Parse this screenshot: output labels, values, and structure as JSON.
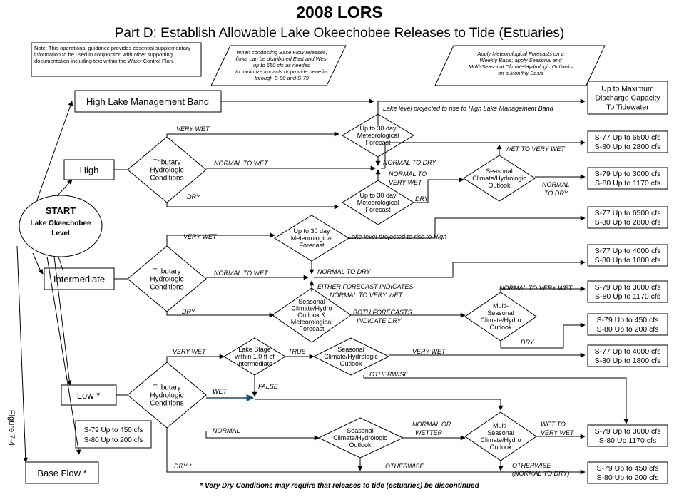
{
  "title": "2008 LORS",
  "subtitle": "Part D: Establish Allowable Lake Okeechobee Releases to Tide (Estuaries)",
  "note_box": "Note:  This operational guidance provides essential supplementary information to be used in conjunction with other supporting documentation including text within the Water Control Plan.",
  "note_para1": [
    "When conducting Base Flow releases,",
    "flows can be distributed East and West",
    "up to 650 cfs as needed",
    "to minimize impacts or provide benefits",
    "through S-80 and S-79"
  ],
  "note_para2": [
    "Apply Meteorological Forecasts on a",
    "Weekly Basis; apply Seasonal and",
    "Multi-Seasonal Climate/Hydrologic Outlooks",
    "on a Monthly Basis"
  ],
  "figure_label": "Figure 7-4",
  "footnote": "* Very Dry Conditions may require that releases to tide (estuaries) be discontinued",
  "start": {
    "line1": "START",
    "line2": "Lake Okeechobee",
    "line3": "Level"
  },
  "bands": {
    "high_lake": "High Lake Management Band",
    "high": "High",
    "intermediate": "Intermediate",
    "low": "Low *",
    "base_flow": "Base Flow *"
  },
  "decisions": {
    "tributary": [
      "Tributary",
      "Hydrologic",
      "Conditions"
    ],
    "met_forecast": [
      "Up to 30 day",
      "Meteorological",
      "Forecast"
    ],
    "seasonal_high": [
      "Seasonal",
      "Climate/Hydrologic",
      "Outlook"
    ],
    "seasonal_int": [
      "Seasonal",
      "Climate/Hydro",
      "Outlook &",
      "Meteorological",
      "Forecast"
    ],
    "multi_int": [
      "Multi-",
      "Seasonal",
      "Climate/Hydro",
      "Outlook"
    ],
    "lake_stage": [
      "Lake Stage",
      "within 1.0 ft of",
      "Intermediate"
    ],
    "seasonal_low": [
      "Seasonal",
      "Climate/Hydrologic",
      "Outlook"
    ],
    "multi_low": [
      "Multi-",
      "Seasonal",
      "Climate/Hydro",
      "Outlook"
    ]
  },
  "outcomes": {
    "max_discharge": [
      "Up to Maximum",
      "Discharge Capacity",
      "To Tidewater"
    ],
    "o1": [
      "S-77 Up to 6500 cfs",
      "S-80 Up to 2800 cfs"
    ],
    "o2": [
      "S-79 Up to 3000 cfs",
      "S-80 Up to 1170 cfs"
    ],
    "o3": [
      "S-77 Up to 6500 cfs",
      "S-80 Up to 2800 cfs"
    ],
    "o4": [
      "S-77 Up to 4000 cfs",
      "S-80 Up to 1800 cfs"
    ],
    "o5": [
      "S-79 Up to 3000 cfs",
      "S-80 Up to 1170 cfs"
    ],
    "o6": [
      "S-79 Up to 450 cfs",
      "S-80 Up to 200 cfs"
    ],
    "o7": [
      "S-77 Up to 4000 cfs",
      "S-80 Up to 1800 cfs"
    ],
    "o8": [
      "S-79 Up to 3000 cfs",
      "S-80 Up 1170 cfs"
    ],
    "o9": [
      "S-79 Up to 450 cfs",
      "S-80 Up to 200 cfs"
    ],
    "base": [
      "S-79 Up to 450 cfs",
      "S-80 Up to 200 cfs"
    ]
  },
  "labels": {
    "lake_rise_hlmb": "Lake level projected to rise to High Lake Management Band",
    "very_wet": "VERY WET",
    "normal_to_wet": "NORMAL TO WET",
    "dry": "DRY",
    "normal_to_dry": "NORMAL TO DRY",
    "normal_to_very_wet_a": "NORMAL TO",
    "normal_to_very_wet_b": "VERY WET",
    "wet_to_very_wet": "WET TO VERY WET",
    "normal": "NORMAL",
    "to_dry": "TO  DRY",
    "lake_rise_high": "Lake level projected to rise to High",
    "either_forecast": "EITHER FORECAST INDICATES",
    "normal_to_very_wet": "NORMAL TO VERY WET",
    "both_forecasts": "BOTH FORECASTS",
    "indicate_dry": "INDICATE  DRY",
    "normal_to_very_wet_caps": "NORMAL TO VERY WET",
    "true": "TRUE",
    "false": "FALSE",
    "wet": "WET",
    "otherwise": "OTHERWISE",
    "normal_or": "NORMAL OR",
    "wetter": "WETTER",
    "wet_to": "WET TO",
    "dry_star": "DRY *",
    "normal_to_dry_paren": "(NORMAL TO DRY)",
    "normal_plain": "NORMAL"
  }
}
